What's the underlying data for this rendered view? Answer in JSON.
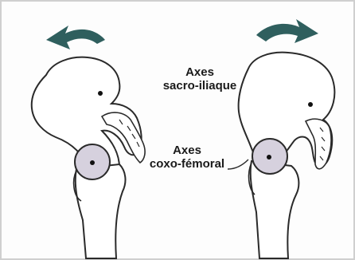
{
  "labels": {
    "axes_top": "Axes",
    "sacro_iliaque": "sacro-iliaque",
    "axes_bottom": "Axes",
    "coxo_femoral": "coxo-fémoral"
  },
  "colors": {
    "arrow": "#2f5f5e",
    "bone_fill": "#ffffff",
    "bone_stroke": "#2a2a2a",
    "femoral_head": "#d6d1de",
    "axis_dot": "#111111",
    "frame_border": "#cfcfcf"
  },
  "icons": {
    "left_arrow": "rotation-arrow-counterclockwise-icon",
    "right_arrow": "rotation-arrow-clockwise-icon"
  }
}
